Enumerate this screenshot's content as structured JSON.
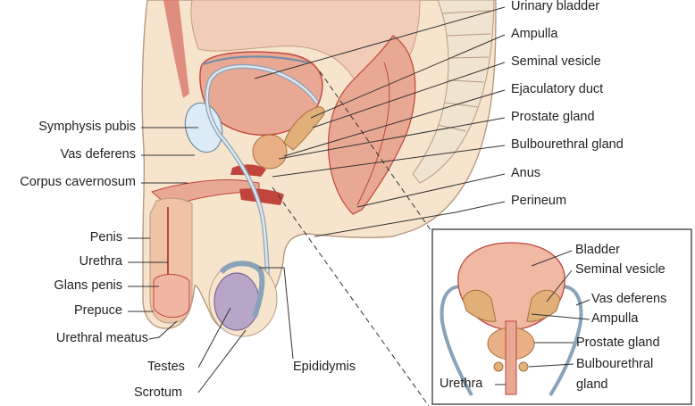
{
  "labels_left": [
    "Symphysis pubis",
    "Vas deferens",
    "Corpus cavernosum",
    "Penis",
    "Urethra",
    "Glans penis",
    "Prepuce",
    "Urethral meatus"
  ],
  "labels_right": [
    "Urinary bladder",
    "Ampulla",
    "Seminal vesicle",
    "Ejaculatory duct",
    "Prostate gland",
    "Bulbourethral gland",
    "Anus",
    "Perineum"
  ],
  "labels_bottom": [
    "Testes",
    "Scrotum",
    "Epididymis"
  ],
  "inset": {
    "bladder": "Bladder",
    "seminal_vesicle": "Seminal vesicle",
    "vas_deferens": "Vas deferens",
    "ampulla": "Ampulla",
    "prostate_gland": "Prostate gland",
    "bulbourethral_1": "Bulbourethral",
    "bulbourethral_2": "gland",
    "urethra": "Urethra"
  },
  "colors": {
    "skin": "#f6e4cd",
    "skin_outline": "#b89a82",
    "tissue_pink": "#e8a894",
    "organ_red": "#d9776a",
    "dark_red": "#c1453b",
    "bone": "#dcebf5",
    "testis": "#b7a6c8",
    "duct": "#b9c6d0",
    "spine": "#efe4cf"
  }
}
